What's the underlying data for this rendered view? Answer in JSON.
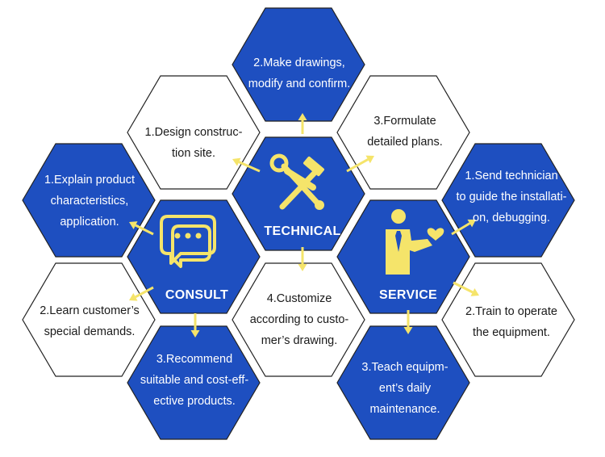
{
  "colors": {
    "blue": "#1e4fc0",
    "white": "#ffffff",
    "outline": "#222222",
    "accent": "#f5e46a"
  },
  "hubs": {
    "technical": {
      "title": "TECHNICAL",
      "icon": "hammer-wrench-icon"
    },
    "consult": {
      "title": "CONSULT",
      "icon": "chat-bubbles-icon"
    },
    "service": {
      "title": "SERVICE",
      "icon": "person-serving-heart-icon"
    }
  },
  "technical_steps": [
    {
      "text": "1.Design construc-\ntion site."
    },
    {
      "text": "2.Make drawings,\nmodify and confirm."
    },
    {
      "text": "3.Formulate\ndetailed plans."
    },
    {
      "text": "4.Customize\naccording to custo-\nmer’s drawing."
    }
  ],
  "consult_steps": [
    {
      "text": "1.Explain product\ncharacteristics,\napplication."
    },
    {
      "text": "2.Learn customer’s\nspecial demands."
    },
    {
      "text": "3.Recommend\nsuitable and cost-eff-\nective products."
    }
  ],
  "service_steps": [
    {
      "text": "1.Send technician\nto guide the installati-\non, debugging."
    },
    {
      "text": "2.Train to operate\nthe equipment."
    },
    {
      "text": "3.Teach equipm-\nent’s daily\nmaintenance."
    }
  ]
}
